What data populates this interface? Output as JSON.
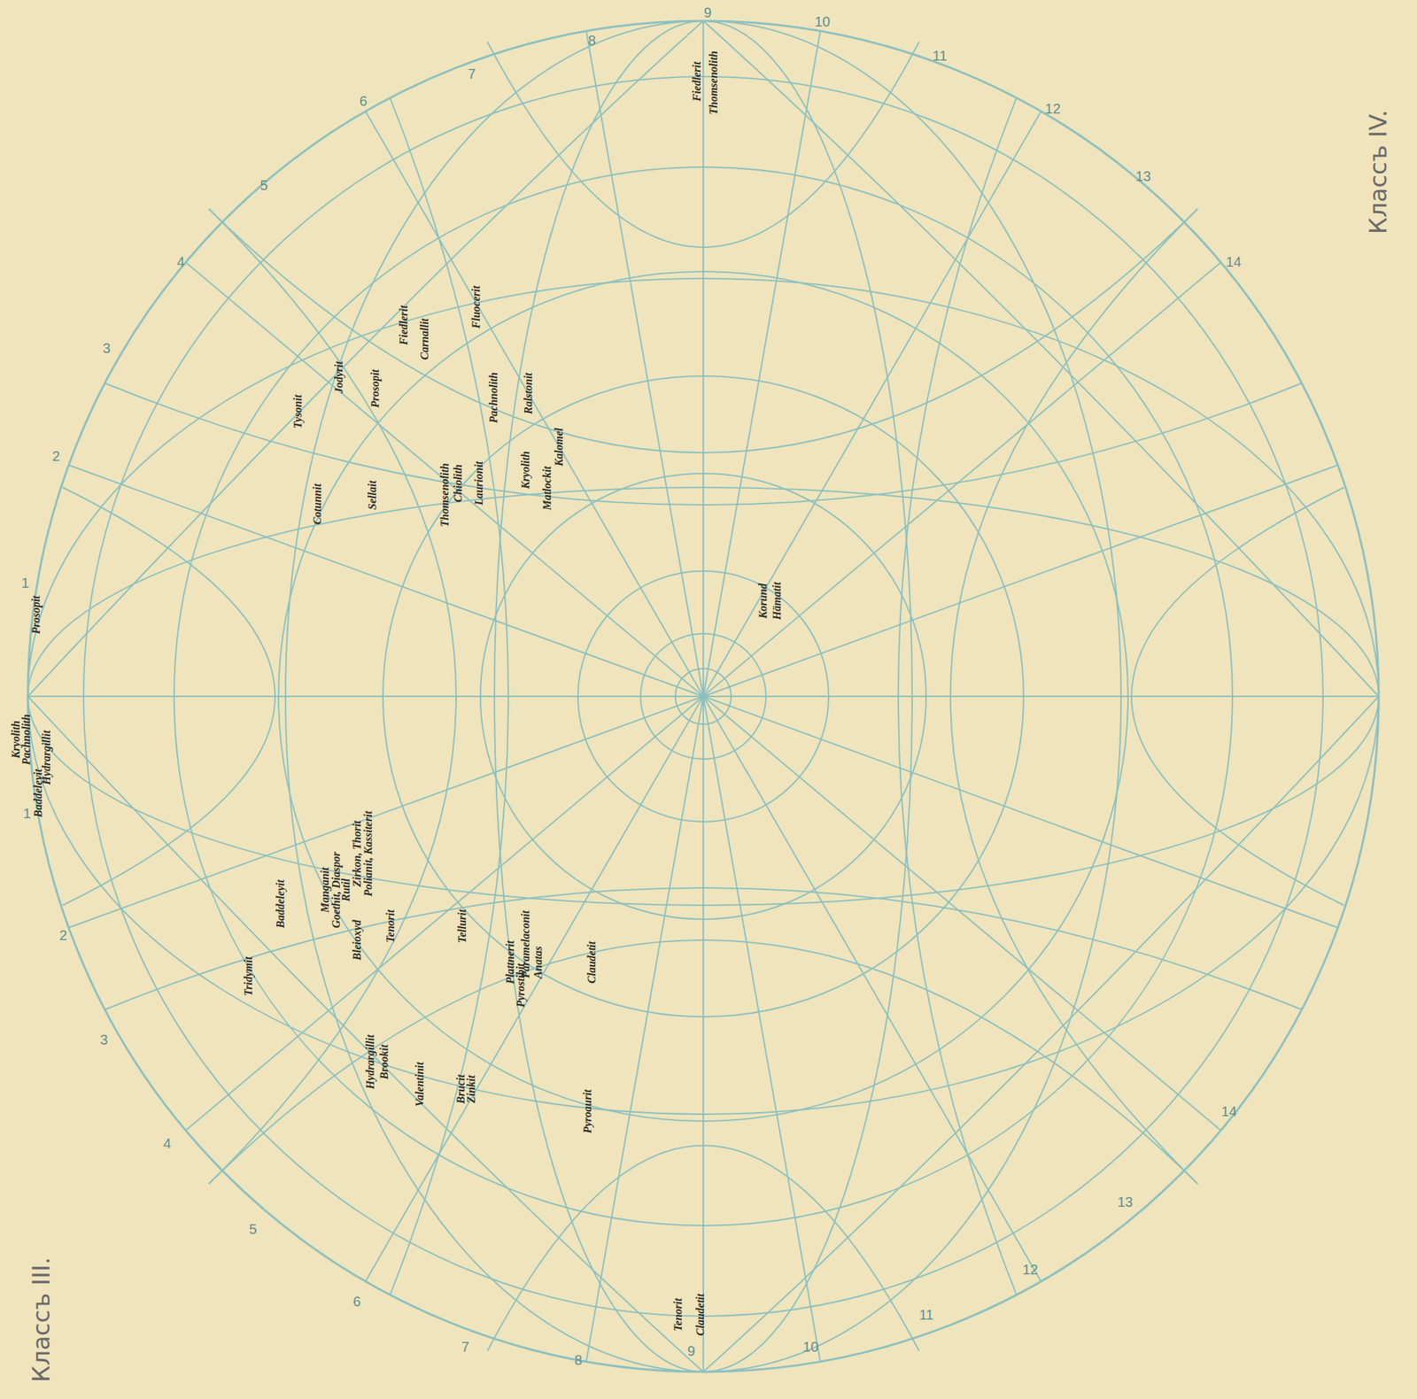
{
  "diagram": {
    "labels": [
      "Классъ IV.",
      "Классъ III.",
      "1",
      "2",
      "3",
      "4",
      "5",
      "6",
      "7",
      "8",
      "9",
      "10",
      "11",
      "12",
      "13",
      "14",
      "1",
      "2",
      "3",
      "4",
      "5",
      "6",
      "7",
      "8",
      "9",
      "10",
      "11",
      "12",
      "13",
      "14",
      "Kryolith",
      "Pachnolith",
      "Baddeleyit",
      "Hydrargillit",
      "Prosopit",
      "Tysonit",
      "Jodyrit",
      "Prosopit",
      "Fiedlerit",
      "Carnallit",
      "Fluocerit",
      "Pachnolith",
      "Ralstonit",
      "Cotunnit",
      "Sellait",
      "Thomsenolith",
      "Chiolith",
      "Laurionit",
      "Kryolith",
      "Matlockit",
      "Kalomel",
      "Korund",
      "Hämatit",
      "Fiedlerit",
      "Thomsenolith",
      "Baddeleyit",
      "Tridymit",
      "Manganit",
      "Goethit, Diaspor",
      "Rutil",
      "Zirkon, Thorit",
      "Polianit, Kassiterit",
      "Bleioxyd",
      "Tenorit",
      "Tellurit",
      "Plattnerit",
      "Pyrostibit",
      "Paramelaconit",
      "Anatas",
      "Claudetit",
      "Hydrargillit",
      "Brookit",
      "Valentinit",
      "Brucit",
      "Zinkit",
      "Pyroaurit",
      "Tenorit",
      "Claudetit"
    ]
  }
}
